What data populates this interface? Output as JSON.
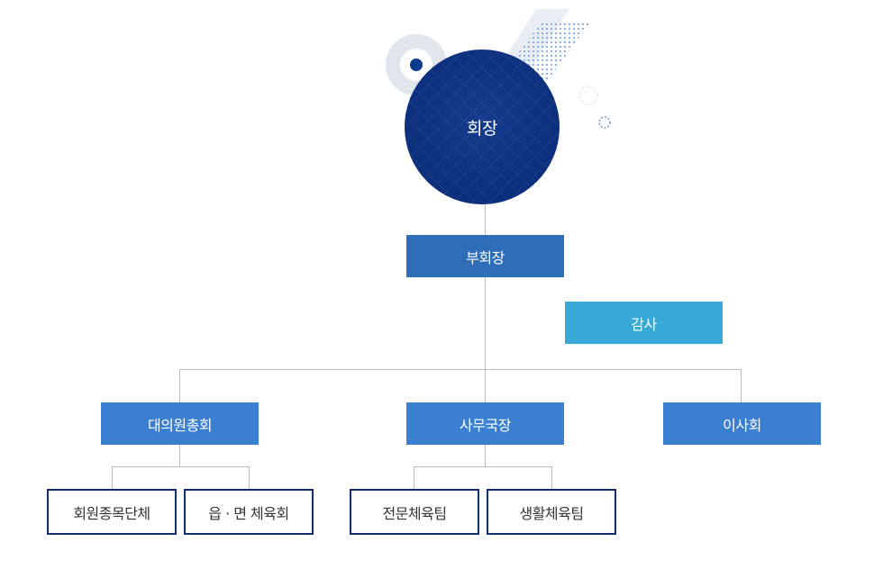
{
  "org": {
    "chair": "회장",
    "vice_chair": "부회장",
    "auditor": "감사",
    "branches": [
      {
        "label": "대의원총회",
        "children": [
          "회원종목단체",
          "읍 · 면 체육회"
        ]
      },
      {
        "label": "사무국장",
        "children": [
          "전문체육팀",
          "생활체육팀"
        ]
      },
      {
        "label": "이사회",
        "children": []
      }
    ]
  },
  "colors": {
    "chair": "#0c2f7d",
    "box": "#2e6db8",
    "auditor": "#38a9d6",
    "outline": "#0f2f6e",
    "line": "#bbbbbb"
  }
}
